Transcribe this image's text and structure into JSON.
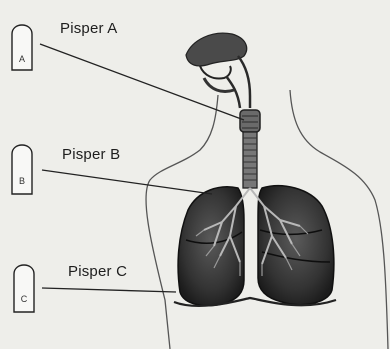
{
  "diagram": {
    "labels": {
      "a": "Pisper A",
      "b": "Pisper B",
      "c": "Pisper C"
    },
    "tube_letters": {
      "a": "A",
      "b": "B",
      "c": "C"
    }
  }
}
